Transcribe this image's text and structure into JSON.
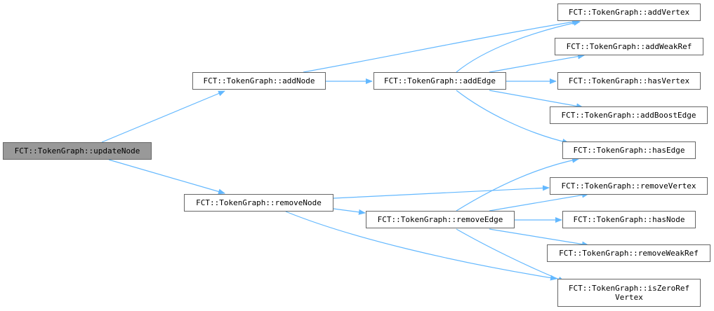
{
  "graph": {
    "edge_color": "#63b8ff",
    "root_fill": "#999999",
    "node_border": "#666666",
    "nodes": {
      "updateNode": "FCT::TokenGraph::updateNode",
      "addNode": "FCT::TokenGraph::addNode",
      "removeNode": "FCT::TokenGraph::removeNode",
      "addEdge": "FCT::TokenGraph::addEdge",
      "removeEdge": "FCT::TokenGraph::removeEdge",
      "addVertex": "FCT::TokenGraph::addVertex",
      "addWeakRef": "FCT::TokenGraph::addWeakRef",
      "hasVertex": "FCT::TokenGraph::hasVertex",
      "addBoostEdge": "FCT::TokenGraph::addBoostEdge",
      "hasEdge": "FCT::TokenGraph::hasEdge",
      "removeVertex": "FCT::TokenGraph::removeVertex",
      "hasNode": "FCT::TokenGraph::hasNode",
      "removeWeakRef": "FCT::TokenGraph::removeWeakRef",
      "isZeroRefVertex": "FCT::TokenGraph::isZeroRef\nVertex"
    }
  }
}
